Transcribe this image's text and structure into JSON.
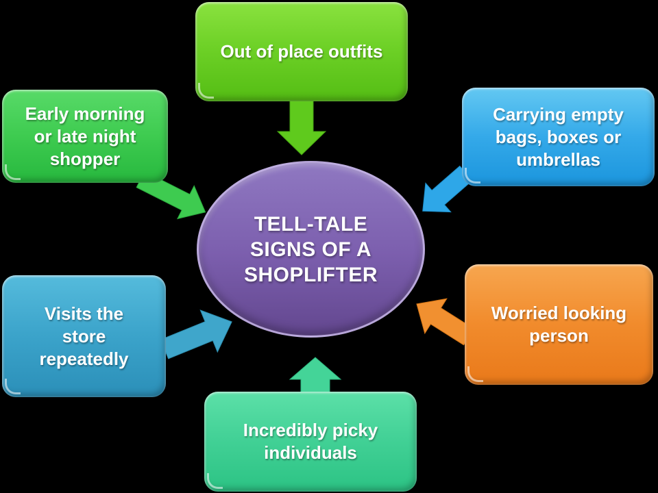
{
  "slide": {
    "background_color": "#000000",
    "center": {
      "label": "TELL-TALE\nSIGNS OF A\nSHOPLIFTER",
      "shape": "ellipse",
      "fill": "#7c5fae",
      "border": "#cbbce9",
      "text_color": "#ffffff"
    },
    "nodes": [
      {
        "id": "top",
        "position": "top",
        "label": "Out of place outfits",
        "fill": "#6ed127"
      },
      {
        "id": "top-left",
        "position": "top-left",
        "label": "Early morning\nor late night\nshopper",
        "fill": "#3ecb50"
      },
      {
        "id": "top-right",
        "position": "top-right",
        "label": "Carrying empty\nbags, boxes or\numbrellas",
        "fill": "#34a9e9"
      },
      {
        "id": "left",
        "position": "left",
        "label": "Visits the\nstore\nrepeatedly",
        "fill": "#3ba3ca"
      },
      {
        "id": "right",
        "position": "right",
        "label": "Worried looking\nperson",
        "fill": "#f18b2c"
      },
      {
        "id": "bottom",
        "position": "bottom",
        "label": "Incredibly picky\nindividuals",
        "fill": "#41d095"
      }
    ],
    "arrows": [
      {
        "from": "top",
        "to": "center",
        "direction": "down",
        "color": "#5fca1d"
      },
      {
        "from": "top-left",
        "to": "center",
        "direction": "down-right",
        "color": "#3ecb50"
      },
      {
        "from": "top-right",
        "to": "center",
        "direction": "down-left",
        "color": "#2ea7e8"
      },
      {
        "from": "left",
        "to": "center",
        "direction": "right",
        "color": "#3fa6cb"
      },
      {
        "from": "right",
        "to": "center",
        "direction": "left",
        "color": "#f19030"
      },
      {
        "from": "bottom",
        "to": "center",
        "direction": "up",
        "color": "#44d498"
      }
    ]
  }
}
